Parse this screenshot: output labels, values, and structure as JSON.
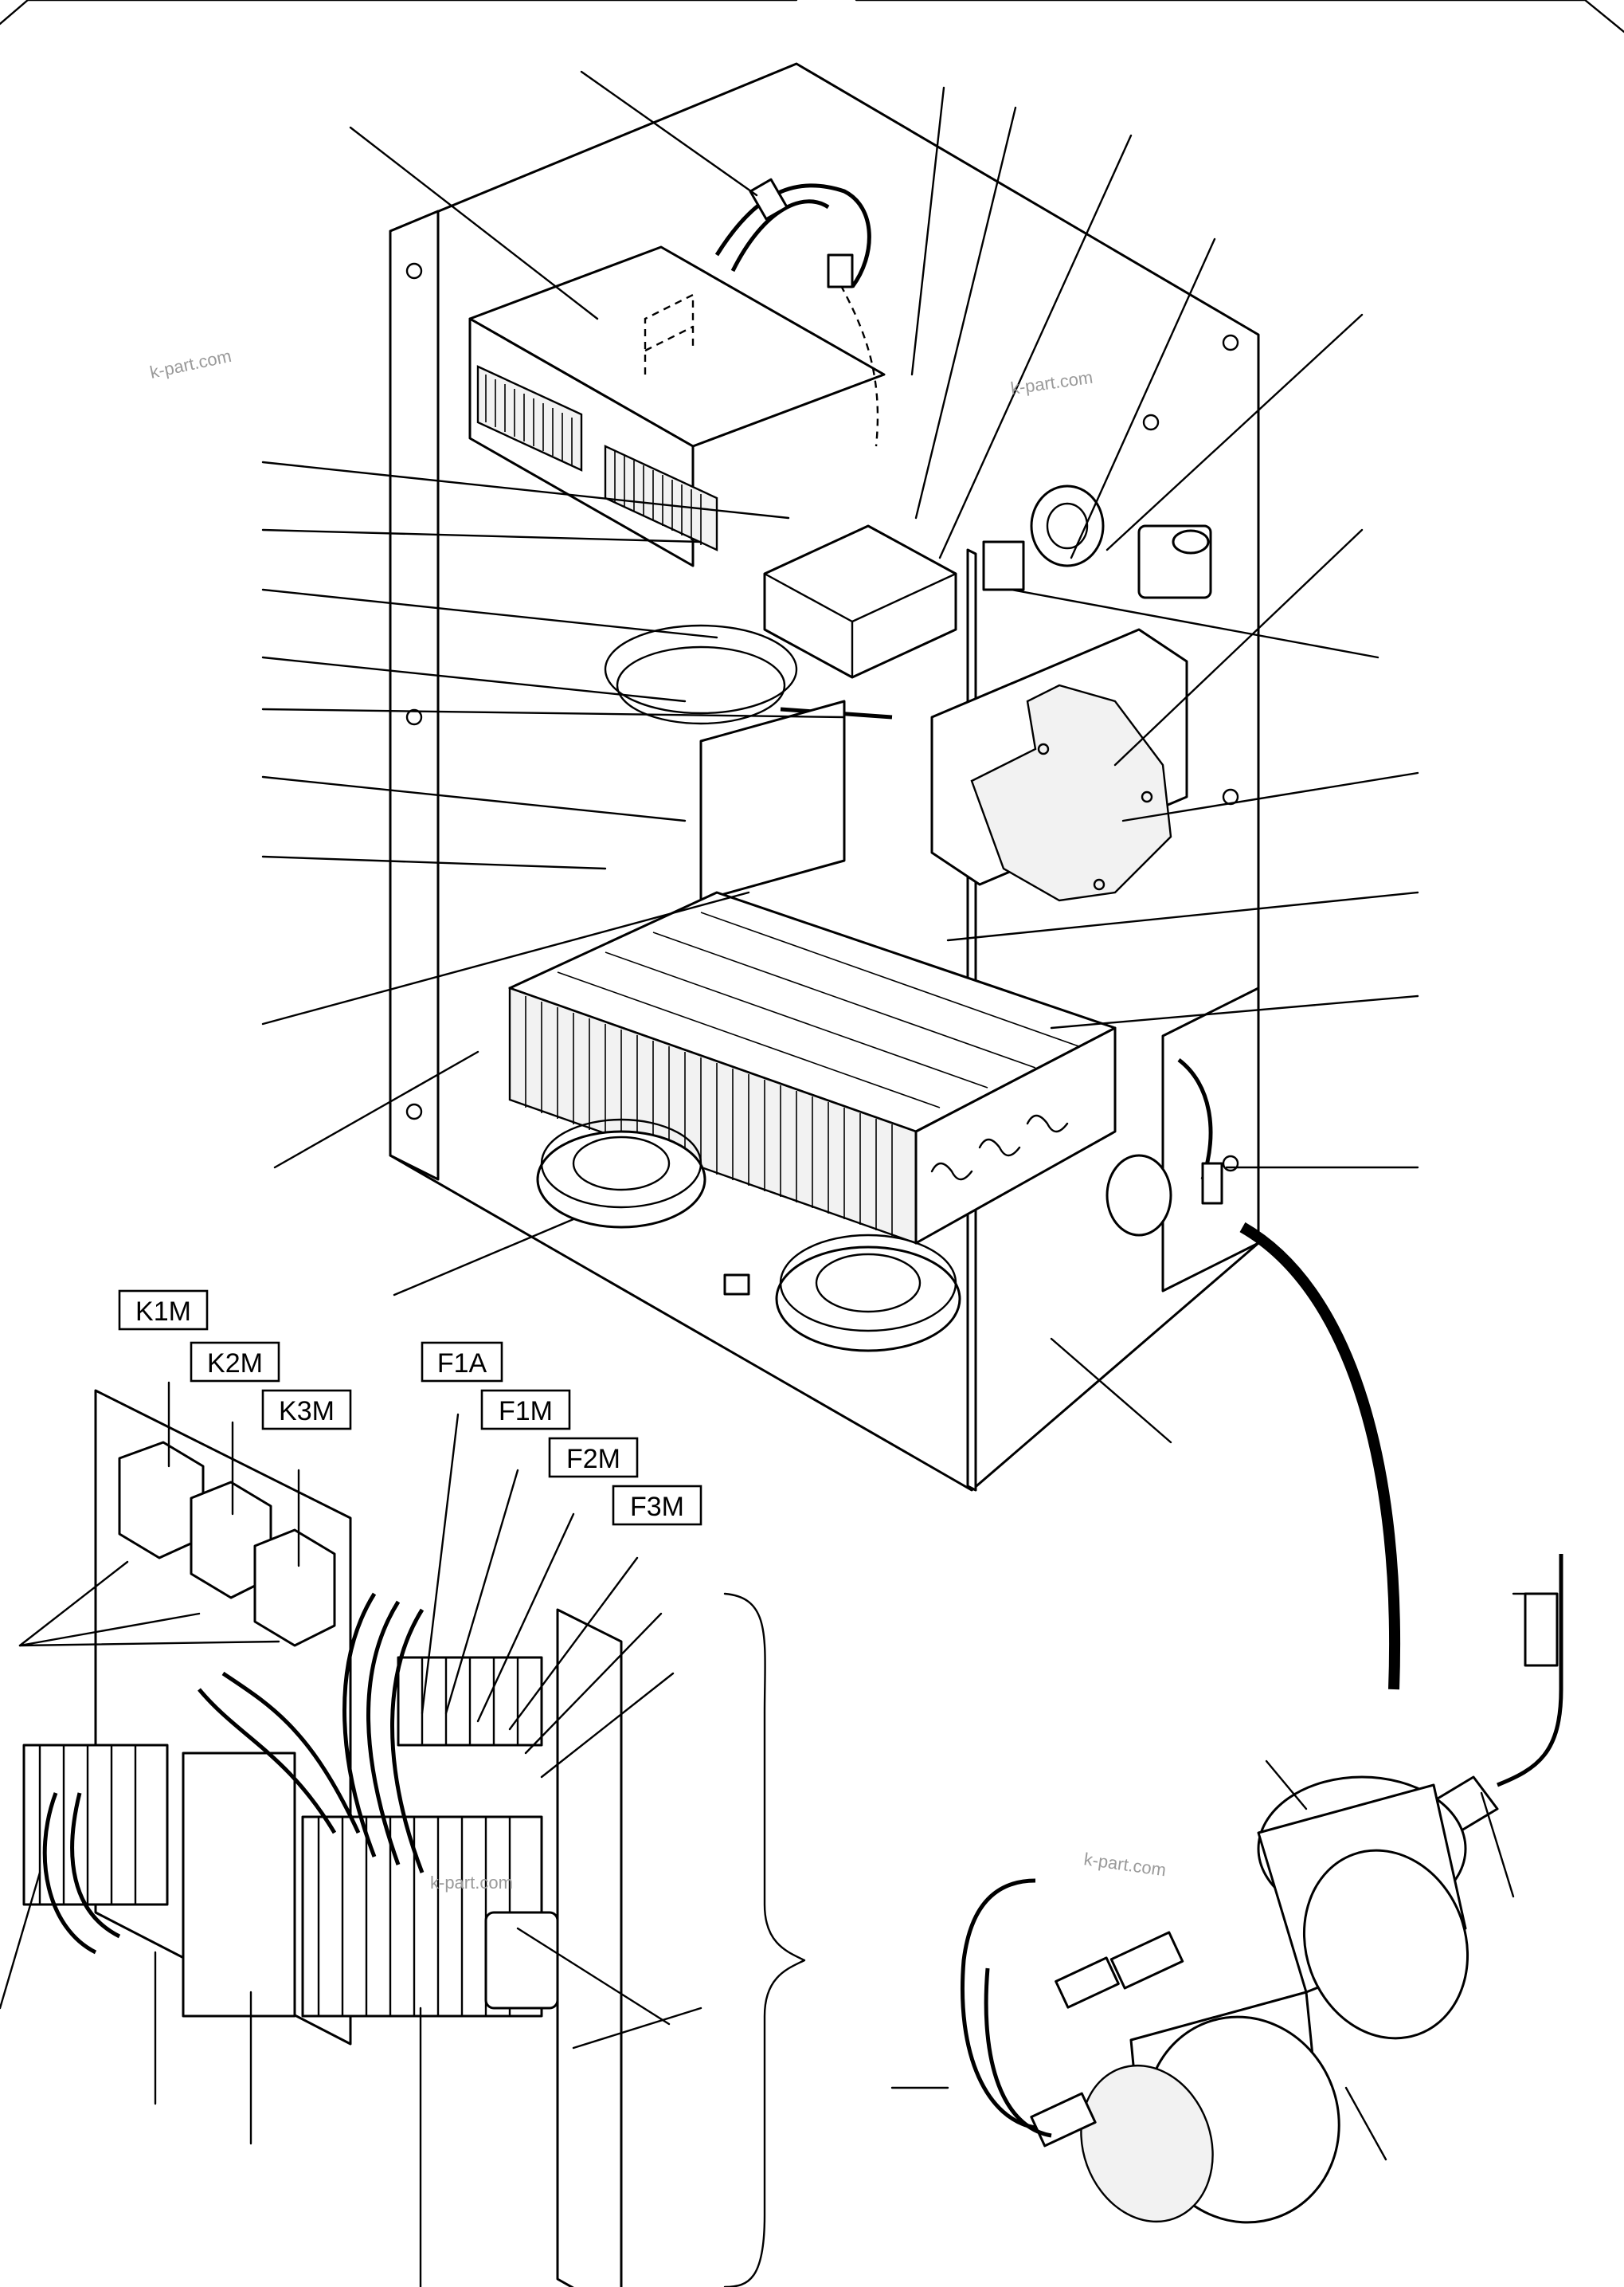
{
  "labels": {
    "k1m": "K1M",
    "k2m": "K2M",
    "k3m": "K3M",
    "f1a": "F1A",
    "f1m": "F1M",
    "f2m": "F2M",
    "f3m": "F3M"
  },
  "watermarks": [
    "k-part.com",
    "k-part.com",
    "k-part.com",
    "k-part.com"
  ]
}
